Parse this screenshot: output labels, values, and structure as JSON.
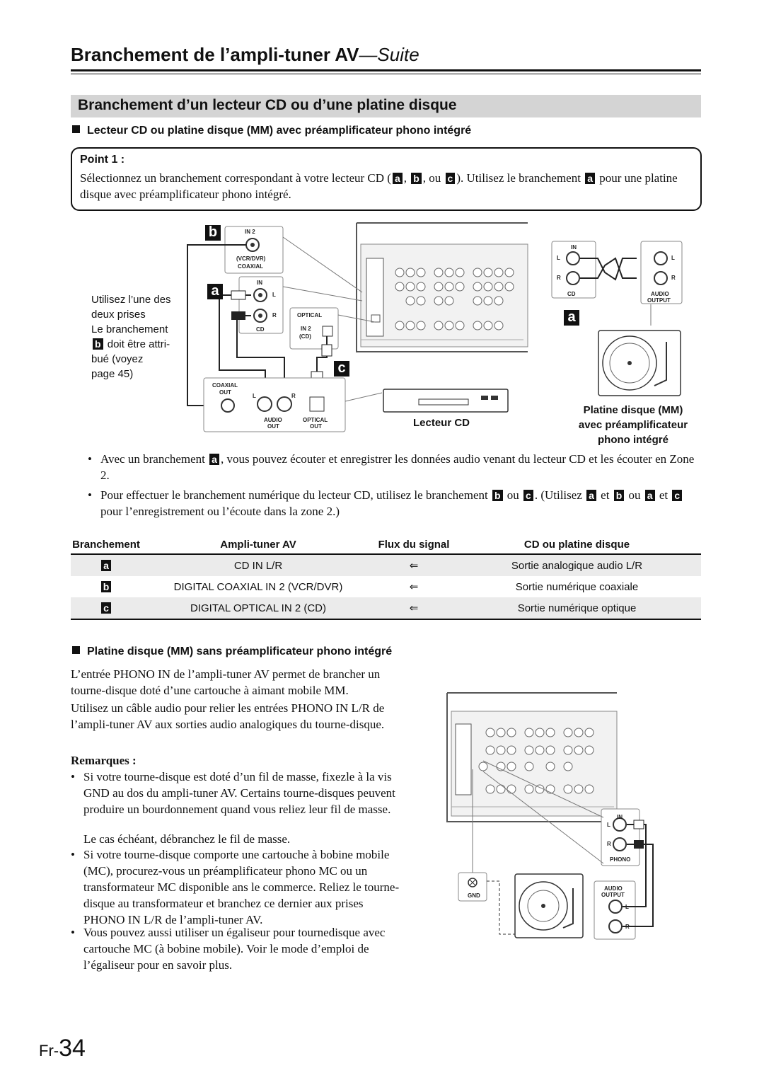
{
  "header": {
    "title": "Branchement de l’ampli-tuner AV",
    "suite": "—Suite"
  },
  "section": {
    "title": "Branchement d’un lecteur CD ou d’une platine disque"
  },
  "sub1": {
    "title": "Lecteur CD ou platine disque (MM) avec préamplificateur phono intégré"
  },
  "point": {
    "title": "Point 1 :",
    "text_1": "Sélectionnez un branchement correspondant à votre lecteur CD (",
    "sep_1": ",",
    "sep_2": ", ou",
    "text_2": "). Utilisez le branchement",
    "text_3": "pour une platine disque avec préamplificateur phono intégré."
  },
  "tags": {
    "a": "a",
    "b": "b",
    "c": "c"
  },
  "diagram1": {
    "note_1": "Utilisez l’une des",
    "note_2": "deux prises",
    "note_3": "Le branchement",
    "note_4": "doit être attri-",
    "note_5": "bué (voyez",
    "note_6": "page 45)",
    "in2": "IN 2",
    "vcr_dvr": "(VCR/DVR)",
    "coaxial": "COAXIAL",
    "in": "IN",
    "l": "L",
    "r": "R",
    "cd": "CD",
    "optical": "OPTICAL",
    "in2_cd": "IN 2",
    "cd_paren": "(CD)",
    "coaxial_out_1": "COAXIAL",
    "coaxial_out_2": "OUT",
    "audio_out_1": "AUDIO",
    "audio_out_2": "OUT",
    "optical_out_1": "OPTICAL",
    "optical_out_2": "OUT",
    "audio_output_1": "AUDIO",
    "audio_output_2": "OUTPUT",
    "cd_player": "Lecteur CD",
    "turntable_1": "Platine disque (MM)",
    "turntable_2": "avec préamplificateur",
    "turntable_3": "phono intégré"
  },
  "bullets1": {
    "b1_a": "Avec un branchement",
    "b1_b": ", vous pouvez écouter et enregistrer les données audio venant du lecteur CD et les écouter en Zone 2.",
    "b2_a": "Pour effectuer le branchement numérique du lecteur CD, utilisez le branchement",
    "b2_ou1": "ou",
    "b2_b": ". (Utilisez",
    "b2_et1": "et",
    "b2_ou2": "ou",
    "b2_et2": "et",
    "b2_c": "pour l’enregistrement ou l’écoute dans la zone 2.)"
  },
  "table": {
    "headers": [
      "Branchement",
      "Ampli-tuner AV",
      "Flux du signal",
      "CD ou platine disque"
    ],
    "rows": [
      {
        "tag": "a",
        "amp": "CD IN L/R",
        "flow": "⇐",
        "src": "Sortie analogique audio L/R"
      },
      {
        "tag": "b",
        "amp": "DIGITAL COAXIAL IN 2 (VCR/DVR)",
        "flow": "⇐",
        "src": "Sortie numérique coaxiale"
      },
      {
        "tag": "c",
        "amp": "DIGITAL OPTICAL IN 2 (CD)",
        "flow": "⇐",
        "src": "Sortie numérique optique"
      }
    ]
  },
  "sub2": {
    "title": "Platine disque (MM) sans préamplificateur phono intégré"
  },
  "body2": {
    "p1": "L’entrée PHONO IN de l’ampli-tuner AV permet de brancher un tourne-disque doté d’une cartouche à aimant mobile MM.",
    "p2": "Utilisez un câble audio pour relier les entrées PHONO IN L/R de l’ampli-tuner AV aux sorties audio analogiques du tourne-disque.",
    "remarks_title": "Remarques :",
    "r1": "Si votre tourne-disque est doté d’un fil de masse, fixezle à la vis GND au dos du ampli-tuner AV. Certains tourne-disques peuvent produire un bourdonnement quand vous reliez leur fil de masse.",
    "r1b": "Le cas échéant, débranchez le fil de masse.",
    "r2": "Si votre tourne-disque comporte une cartouche à bobine mobile (MC), procurez-vous un préamplificateur phono MC ou un transformateur MC disponible ans le commerce. Reliez le tourne-disque au transformateur et branchez ce dernier aux prises PHONO IN L/R de l’ampli-tuner AV.",
    "r3": "Vous pouvez aussi utiliser un égaliseur pour tournedisque avec cartouche MC (à bobine mobile). Voir le mode d’emploi de l’égaliseur pour en savoir plus."
  },
  "diagram2": {
    "in": "IN",
    "l": "L",
    "r": "R",
    "phono": "PHONO",
    "audio_1": "AUDIO",
    "audio_2": "OUTPUT",
    "gnd": "GND"
  },
  "footer": {
    "prefix": "Fr-",
    "page": "34"
  }
}
